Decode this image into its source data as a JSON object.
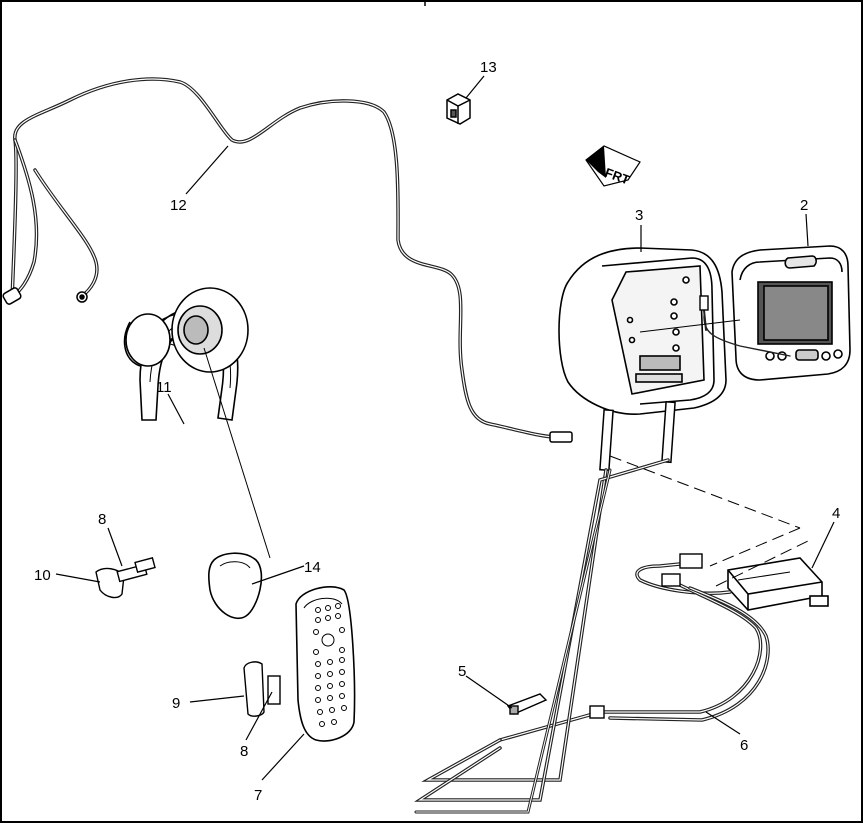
{
  "diagram": {
    "callouts": {
      "c1": "2",
      "c2": "3",
      "c3": "4",
      "c4": "5",
      "c5": "6",
      "c6": "7",
      "c7": "8",
      "c8": "8",
      "c9": "9",
      "c10": "10",
      "c11": "11",
      "c12": "12",
      "c13": "13",
      "c14": "14"
    },
    "front_marker_text": "FRT"
  }
}
